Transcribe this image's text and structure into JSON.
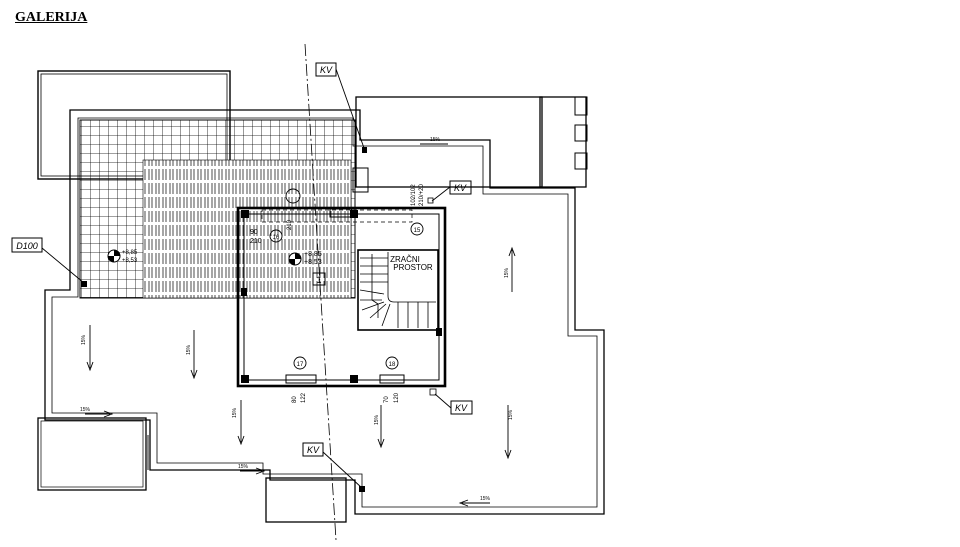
{
  "title": "GALERIJA",
  "labels": {
    "kv": "KV",
    "d100": "D100",
    "zracni1": "ZRAČNI",
    "zracni2": "PROSTOR",
    "room": "1",
    "elev1": "+8,85",
    "elev2": "+8,53",
    "elevLeft1": "+8,85",
    "elevLeft2": "+8,53",
    "w16a": "90",
    "w16b": "210",
    "n16": "16",
    "n15": "15",
    "n17": "17",
    "n18": "18",
    "d210": "210",
    "d210b": "210",
    "dTop1": "102/102",
    "dTop2": "210/+20",
    "d80": "80",
    "d122": "122",
    "d70": "70",
    "d120": "120",
    "slope": "15%"
  }
}
